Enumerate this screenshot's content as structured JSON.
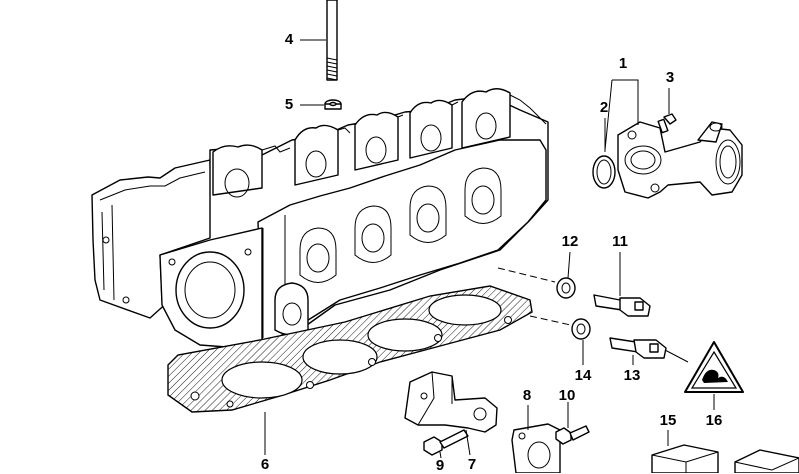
{
  "callouts": {
    "c1": "1",
    "c2": "2",
    "c3": "3",
    "c4": "4",
    "c5": "5",
    "c6": "6",
    "c7": "7",
    "c8": "8",
    "c9": "9",
    "c10": "10",
    "c11": "11",
    "c12": "12",
    "c13": "13",
    "c14": "14",
    "c15": "15",
    "c16": "16"
  },
  "parts": {
    "cylinder_head": "cylinder-head",
    "head_gasket": "cylinder-head-gasket",
    "head_bolt": "cylinder-head-bolt",
    "washer": "washer",
    "thermostat_housing": "coolant-flange",
    "o_ring": "o-ring",
    "flange_screw": "screw",
    "temp_sensor_11": "temperature-sensor",
    "temp_sensor_13": "temperature-sensor",
    "seal_ring_12": "seal-ring",
    "seal_ring_14": "seal-ring",
    "bracket_7": "engine-lifting-bracket",
    "bracket_8": "engine-lifting-eye",
    "bolt_9": "hex-bolt",
    "bolt_10": "hex-bolt",
    "sealant_15": "sealant-package",
    "warning_label_16": "warning-label-icon"
  }
}
